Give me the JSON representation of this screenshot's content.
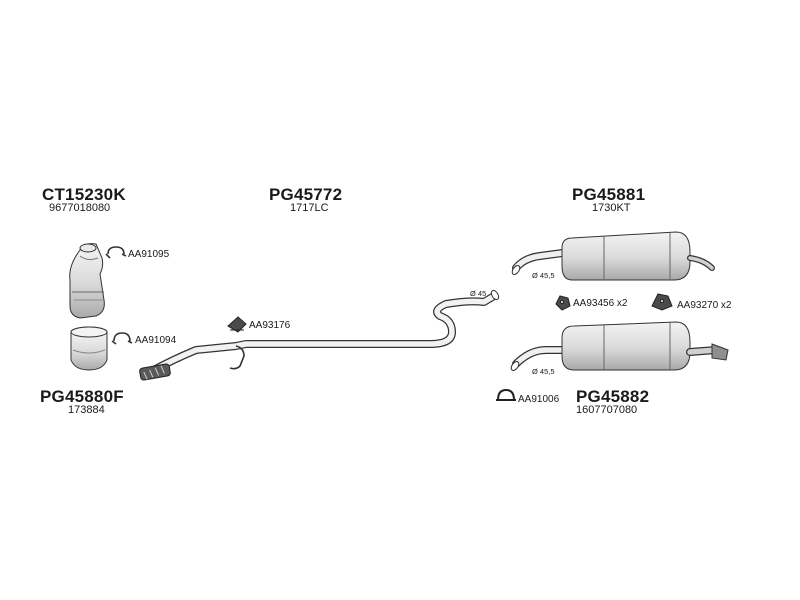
{
  "parts": [
    {
      "part_number": "CT15230K",
      "ref": "9677018080"
    },
    {
      "part_number": "PG45772",
      "ref": "1717LC"
    },
    {
      "part_number": "PG45881",
      "ref": "1730KT"
    },
    {
      "part_number": "PG45880F",
      "ref": "173884"
    },
    {
      "part_number": "PG45882",
      "ref": "1607707080"
    }
  ],
  "accessories": [
    {
      "code": "AA91095"
    },
    {
      "code": "AA91094"
    },
    {
      "code": "AA93176"
    },
    {
      "code": "AA93456 x2"
    },
    {
      "code": "AA93270 x2"
    },
    {
      "code": "AA91006"
    }
  ],
  "diameters": [
    {
      "label": "Ø 45"
    },
    {
      "label": "Ø 45,5"
    },
    {
      "label": "Ø 45,5"
    }
  ],
  "colors": {
    "line": "#333333",
    "fill_light": "#ececec",
    "fill_mid": "#d6d6d6",
    "fill_dark": "#9a9a9a"
  }
}
